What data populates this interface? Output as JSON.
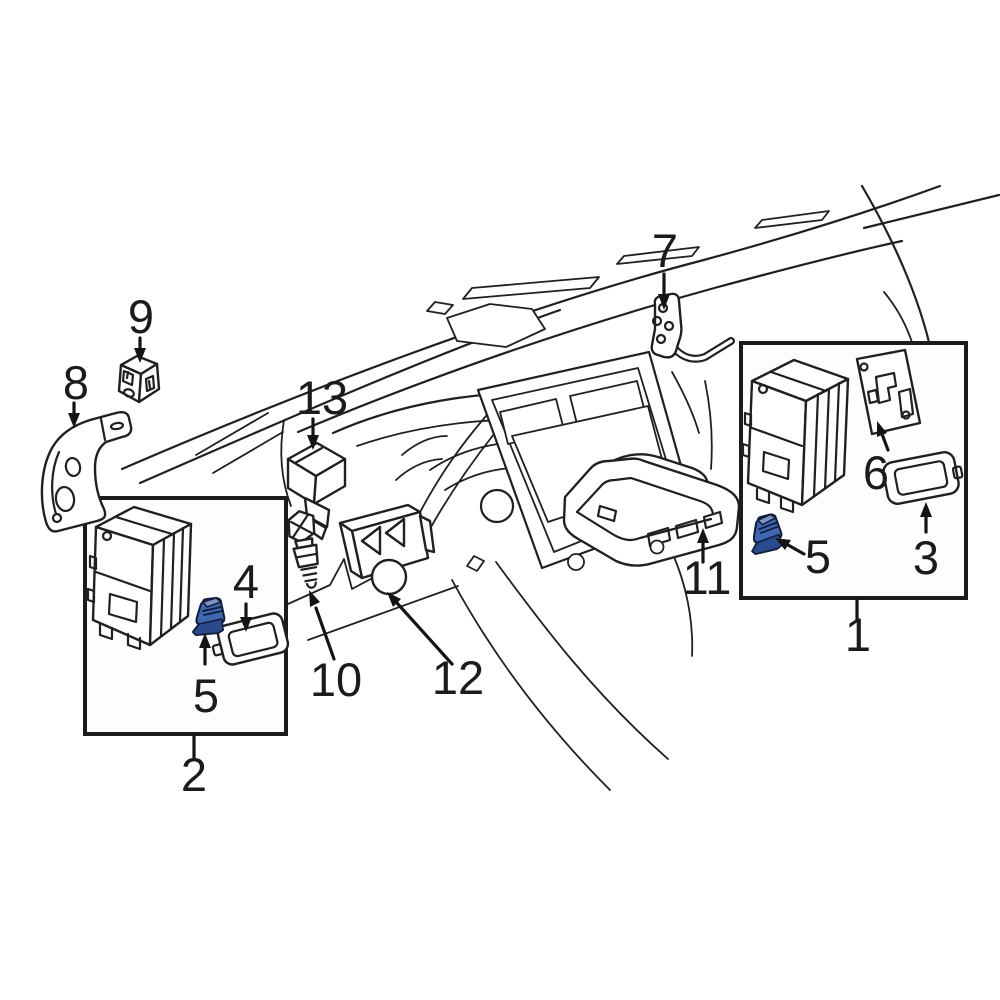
{
  "figure": {
    "type": "exploded-parts-diagram",
    "subject": "Vehicle dashboard / instrument panel electrical components exploded parts diagram",
    "colors": {
      "line": "#231f20",
      "background": "#ffffff",
      "highlight": "#3f66b0",
      "highlight_dark": "#2a4a8e",
      "highlight_light": "#7d93c8",
      "highlight_outline": "#101c38"
    },
    "callouts": {
      "p1": "1",
      "p2": "2",
      "p3": "3",
      "p4": "4",
      "p5_left": "5",
      "p5_right": "5",
      "p6": "6",
      "p7": "7",
      "p8": "8",
      "p9": "9",
      "p10": "10",
      "p11": "11",
      "p12": "12",
      "p13": "13"
    },
    "highlighted_callouts": [
      "5"
    ]
  }
}
